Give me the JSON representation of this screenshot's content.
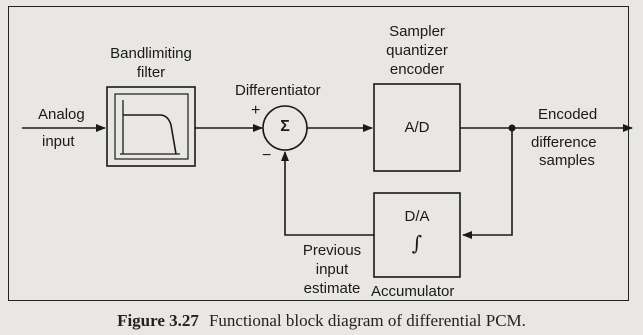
{
  "diagram": {
    "labels": {
      "analog": "Analog",
      "input": "input",
      "bandlimiting": "Bandlimiting",
      "filter": "filter",
      "differentiator": "Differentiator",
      "plus": "+",
      "sigma": "Σ",
      "minus": "−",
      "sampler": "Sampler",
      "quantizer": "quantizer",
      "encoder": "encoder",
      "ad": "A/D",
      "encoded": "Encoded",
      "difference": "difference",
      "samples": "samples",
      "da": "D/A",
      "integral": "∫",
      "previous": "Previous",
      "input2": "input",
      "estimate": "estimate",
      "accumulator": "Accumulator"
    }
  },
  "caption": {
    "number": "Figure 3.27",
    "text": "Functional block diagram of differential PCM."
  }
}
